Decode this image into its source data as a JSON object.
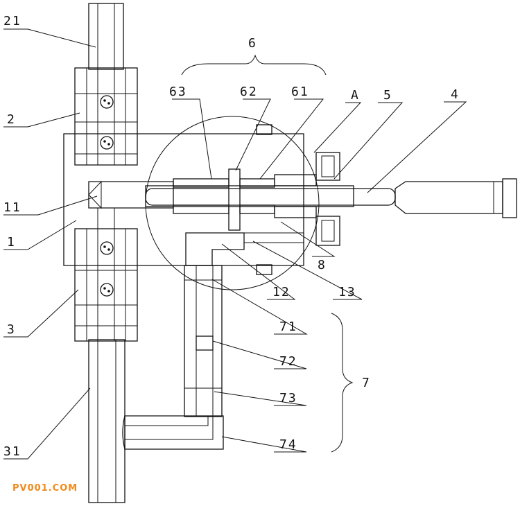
{
  "diagram": {
    "labels": {
      "l21": "21",
      "l2": "2",
      "l11": "11",
      "l1": "1",
      "l3": "3",
      "l31": "31",
      "l6": "6",
      "l63": "63",
      "l62": "62",
      "l61": "61",
      "lA": "A",
      "l5": "5",
      "l4": "4",
      "l8": "8",
      "l12": "12",
      "l13": "13",
      "l71": "71",
      "l72": "72",
      "l73": "73",
      "l7": "7",
      "l74": "74"
    },
    "watermark": "PV001.COM"
  }
}
